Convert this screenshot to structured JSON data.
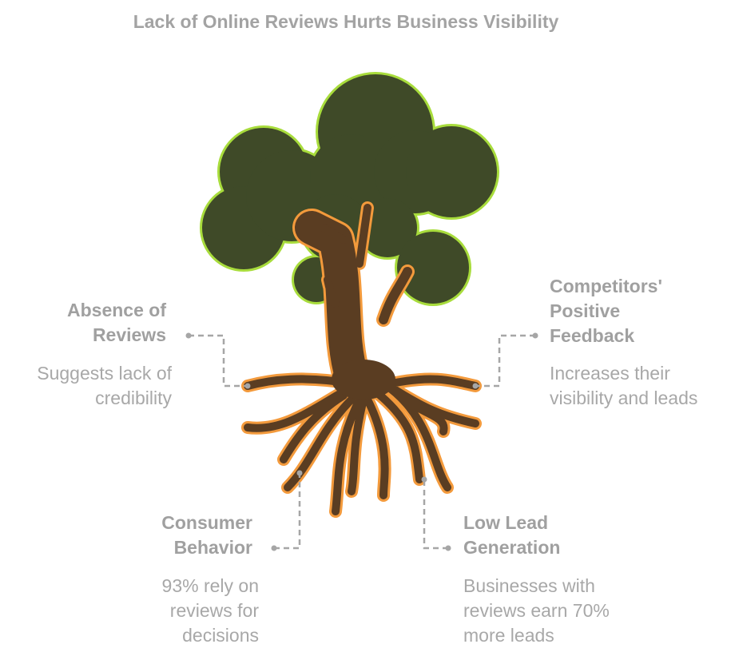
{
  "title": "Lack of Online Reviews Hurts Business Visibility",
  "items": [
    {
      "heading_lines": [
        "Absence of",
        "Reviews"
      ],
      "description_lines": [
        "Suggests lack of",
        "credibility"
      ]
    },
    {
      "heading_lines": [
        "Competitors'",
        "Positive",
        "Feedback"
      ],
      "description_lines": [
        "Increases their",
        "visibility and leads"
      ]
    },
    {
      "heading_lines": [
        "Consumer",
        "Behavior"
      ],
      "description_lines": [
        "93% rely on",
        "reviews for",
        "decisions"
      ]
    },
    {
      "heading_lines": [
        "Low Lead",
        "Generation"
      ],
      "description_lines": [
        "Businesses with",
        "reviews earn 70%",
        "more leads"
      ]
    }
  ],
  "colors": {
    "foliage": "#3f4a28",
    "foliage_outline": "#a8dc3c",
    "trunk": "#5a3d22",
    "trunk_outline": "#f39a3c",
    "text": "#a3a3a3",
    "connector": "#a6a6a6"
  }
}
